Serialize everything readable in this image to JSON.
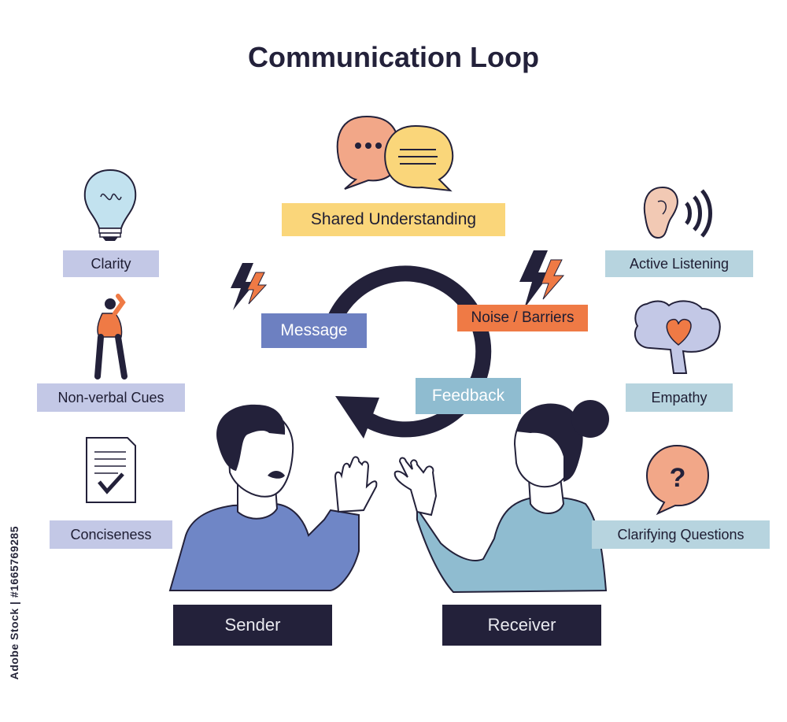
{
  "title": "Communication Loop",
  "center": {
    "shared_understanding": "Shared Understanding",
    "message": "Message",
    "feedback": "Feedback",
    "noise": "Noise / Barriers"
  },
  "left_items": [
    {
      "label": "Clarity",
      "icon": "lightbulb-icon"
    },
    {
      "label": "Non-verbal Cues",
      "icon": "person-gesturing-icon"
    },
    {
      "label": "Conciseness",
      "icon": "checklist-document-icon"
    }
  ],
  "right_items": [
    {
      "label": "Active Listening",
      "icon": "ear-icon"
    },
    {
      "label": "Empathy",
      "icon": "brain-heart-icon"
    },
    {
      "label": "Clarifying Questions",
      "icon": "question-bubble-icon"
    }
  ],
  "roles": {
    "sender": "Sender",
    "receiver": "Receiver"
  },
  "watermark": "Adobe Stock | #1665769285",
  "colors": {
    "dark": "#23213a",
    "violet_label": "#c3c8e6",
    "blue_label": "#b7d4df",
    "yellow_label": "#fad67a",
    "message": "#6d80c1",
    "feedback": "#8fbcd0",
    "noise": "#ef7a45",
    "sender_shirt": "#6f86c6",
    "receiver_shirt": "#8fbcd0"
  }
}
